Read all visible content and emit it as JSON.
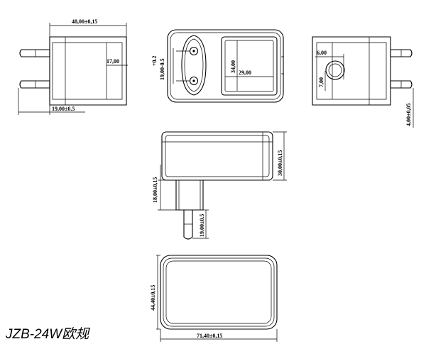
{
  "title": "JZB-24W欧规",
  "dimensions": {
    "side_width": "48,00±0,15",
    "side_height": "17,00",
    "side_pin_length": "19,00±0.5",
    "plug_tol_upper": "+0.2",
    "plug_spacing": "19,00-0.5",
    "face_height": "34,00",
    "face_width": "29,00",
    "pin_diameter": "6,00",
    "pin_offset": "7,00",
    "pin_4": "4,00±0,05",
    "body_height": "30,00±0,15",
    "base_height": "18,00±0,15",
    "bottom_pin": "19,00±0.5",
    "bottom_height": "44,40±0,15",
    "bottom_width": "71,40±0,15"
  }
}
